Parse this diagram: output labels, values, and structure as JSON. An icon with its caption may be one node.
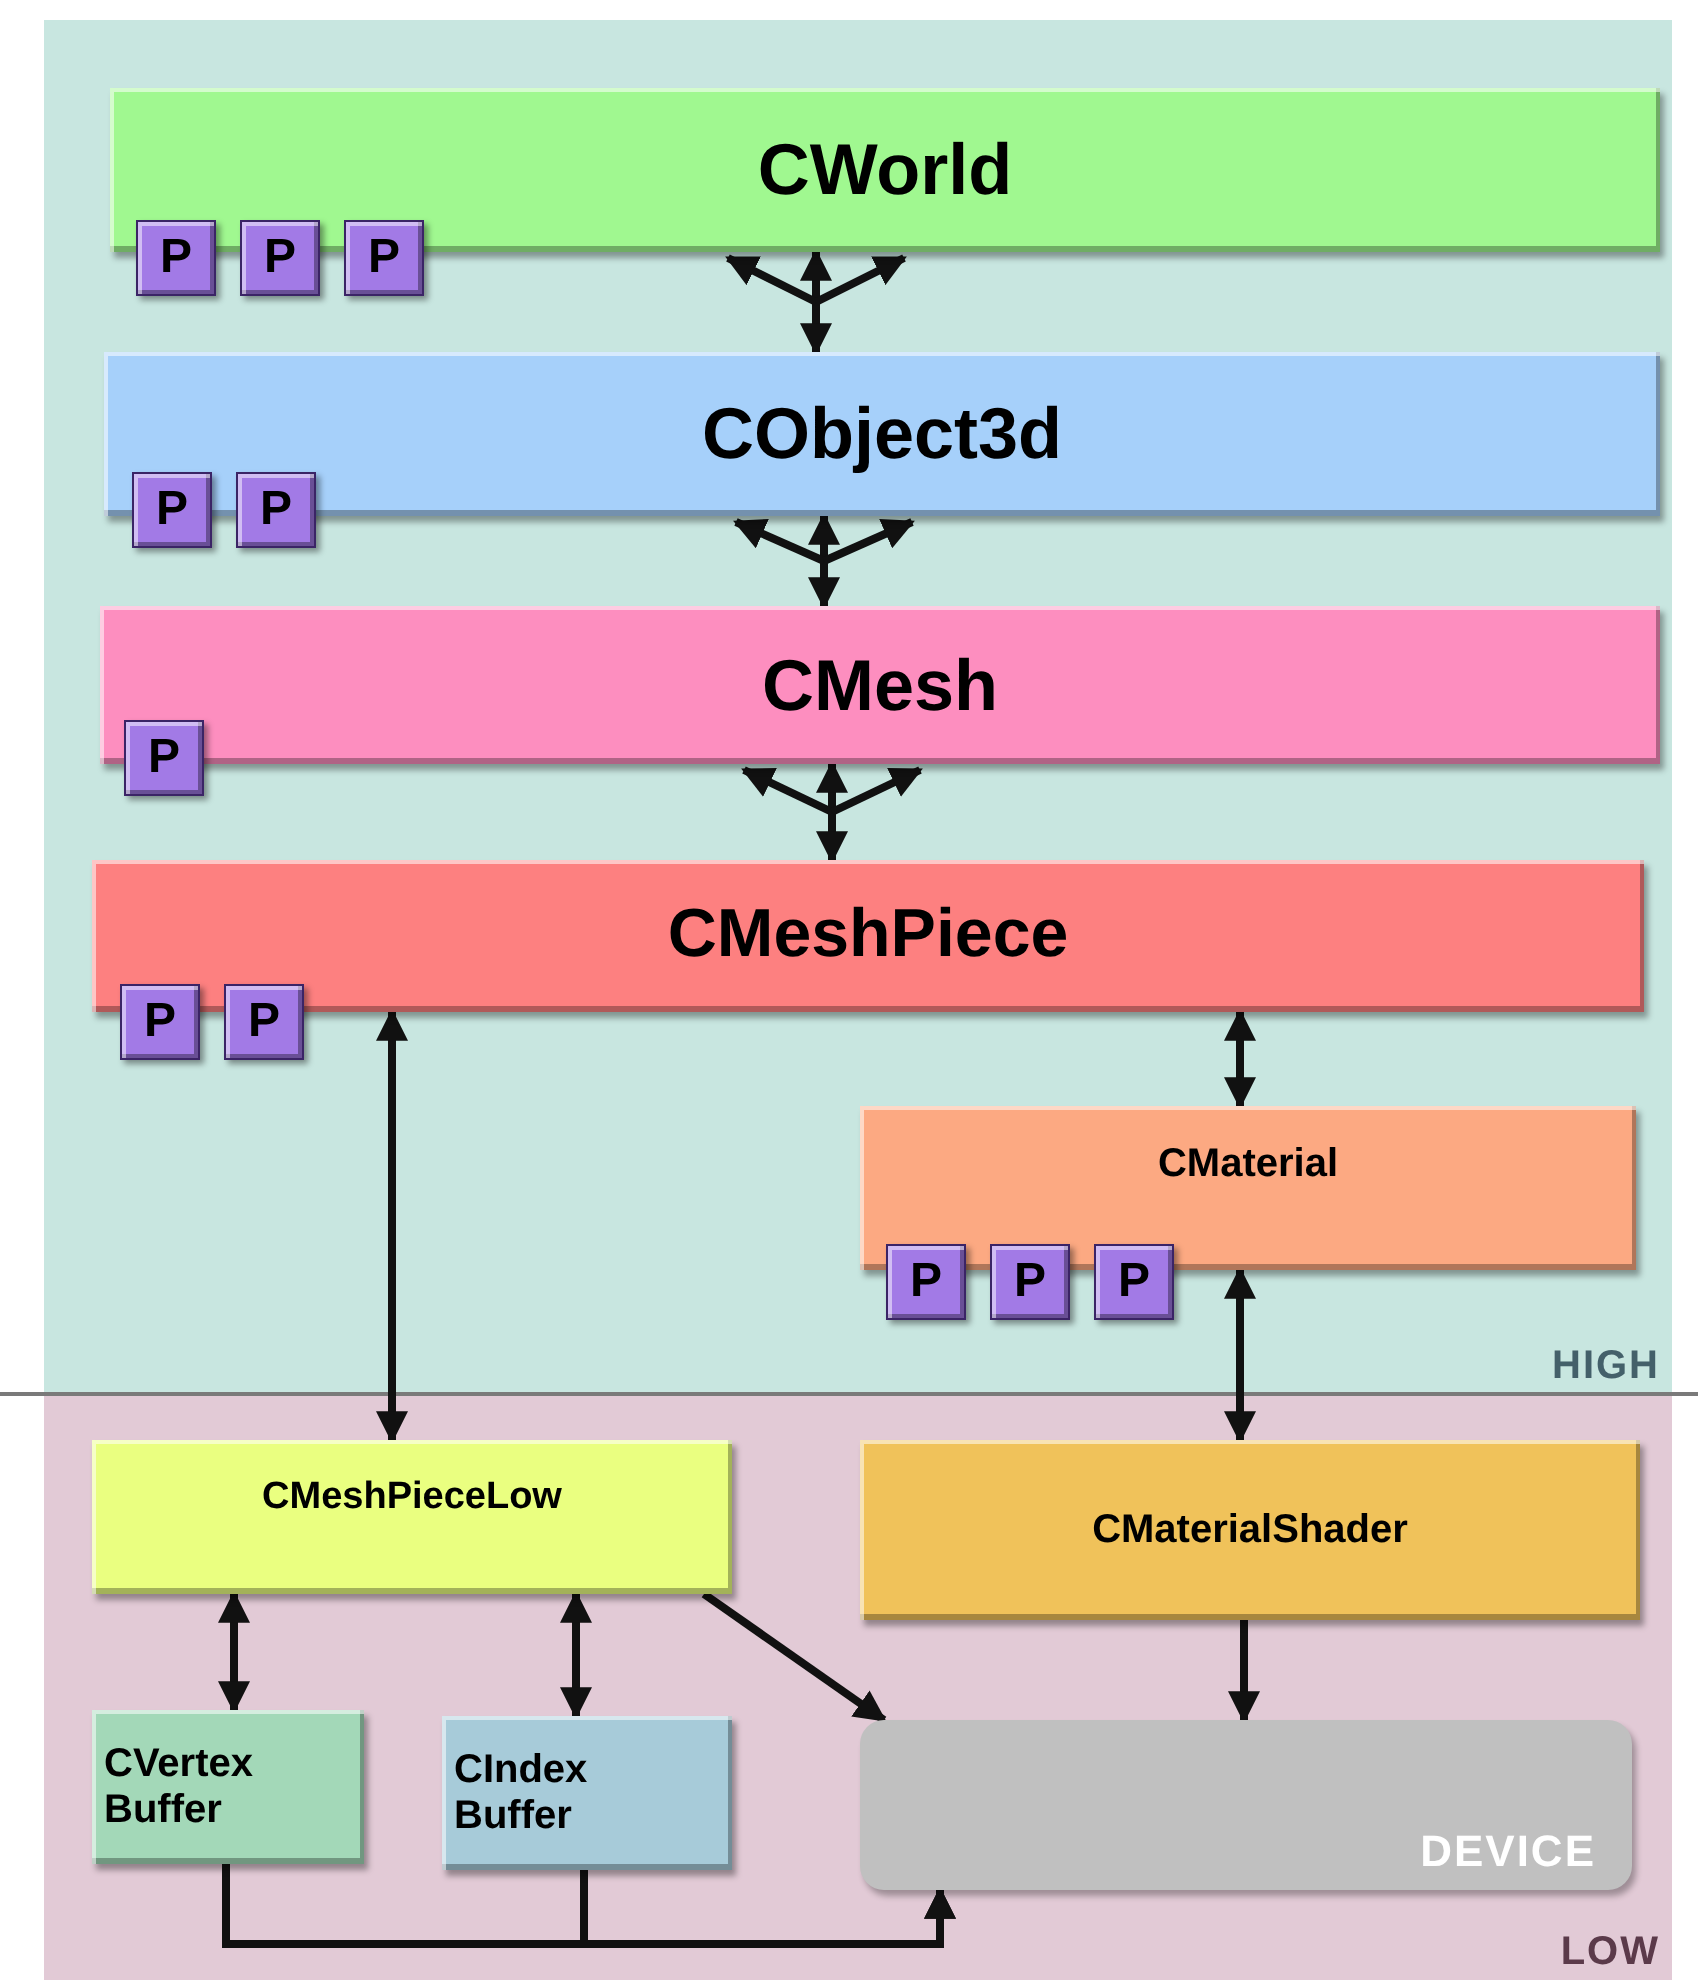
{
  "diagram": {
    "nodes": [
      {
        "text": [
          "HIGH"
        ]
      },
      {
        "text": [
          "CWorld"
        ],
        "in": 0
      },
      {
        "text": [
          "P"
        ],
        "in": 0
      },
      {
        "text": [
          "P"
        ],
        "in": 0
      },
      {
        "text": [
          "P"
        ],
        "in": 0
      },
      {
        "text": [
          "CObject3d"
        ],
        "in": 0
      },
      {
        "text": [
          "P"
        ],
        "in": 0
      },
      {
        "text": [
          "P"
        ],
        "in": 0
      },
      {
        "text": [
          "CMesh"
        ],
        "in": 0
      },
      {
        "text": [
          "P"
        ],
        "in": 0
      },
      {
        "text": [
          "CMeshPiece"
        ],
        "in": 0
      },
      {
        "text": [
          "P"
        ],
        "in": 0
      },
      {
        "text": [
          "P"
        ],
        "in": 0
      },
      {
        "text": [
          "CMaterial"
        ],
        "in": 0
      },
      {
        "text": [
          "P"
        ],
        "in": 0
      },
      {
        "text": [
          "P"
        ],
        "in": 0
      },
      {
        "text": [
          "P"
        ],
        "in": 0
      },
      {
        "text": [
          "LOW"
        ]
      },
      {
        "text": [
          "CMeshPieceLow"
        ],
        "in": 17
      },
      {
        "text": [
          "CMaterialShader"
        ],
        "in": 17
      },
      {
        "text": [
          "CVertex Buffer"
        ],
        "in": 17
      },
      {
        "text": [
          "CIndex Buffer"
        ],
        "in": 17
      },
      {
        "text": [
          "DEVICE"
        ],
        "in": 17
      }
    ],
    "edges": [
      {
        "from": 1,
        "to": 5,
        "arrow": "both"
      },
      {
        "from": 5,
        "to": 8,
        "arrow": "both"
      },
      {
        "from": 8,
        "to": 10,
        "arrow": "both"
      },
      {
        "from": 10,
        "to": 18,
        "arrow": "both"
      },
      {
        "from": 10,
        "to": 13,
        "arrow": "both"
      },
      {
        "from": 13,
        "to": 19,
        "arrow": "both"
      },
      {
        "from": 18,
        "to": 22,
        "arrow": "to"
      },
      {
        "from": 19,
        "to": 22,
        "arrow": "to"
      },
      {
        "from": 18,
        "to": 20,
        "arrow": "both"
      },
      {
        "from": 18,
        "to": 21,
        "arrow": "both"
      },
      {
        "from": 20,
        "to": 22,
        "arrow": "to"
      },
      {
        "from": 21,
        "to": 22,
        "arrow": "to"
      }
    ]
  }
}
